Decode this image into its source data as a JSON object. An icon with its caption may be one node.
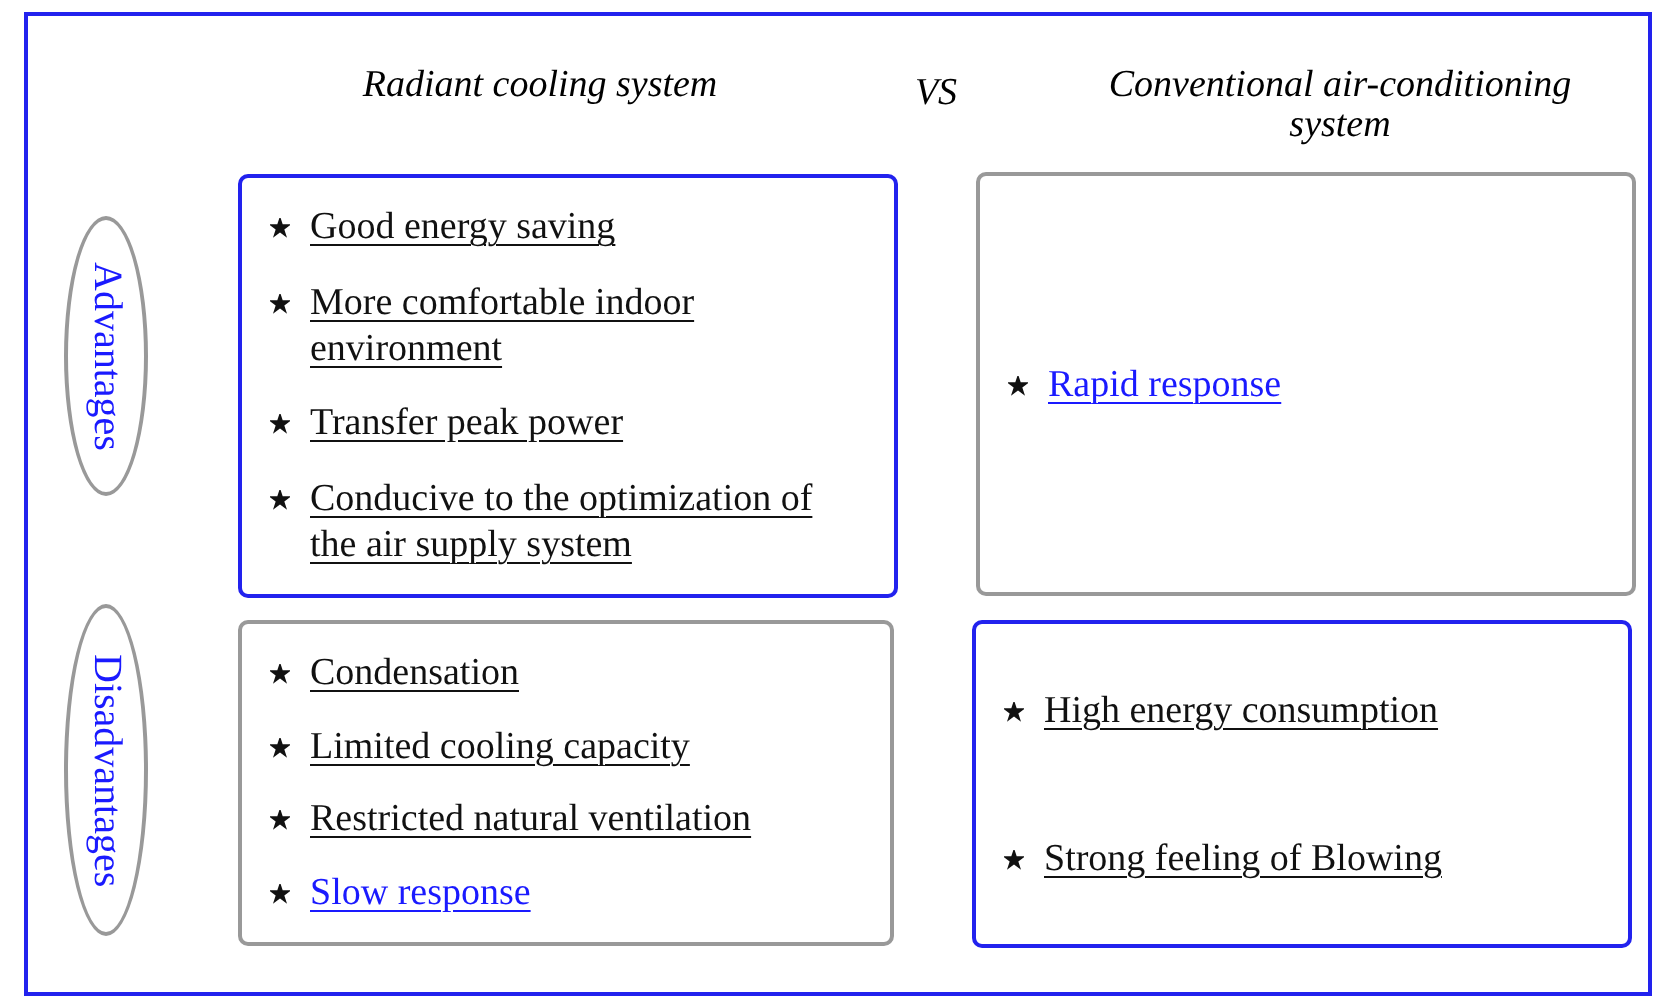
{
  "diagram": {
    "nodes": [
      {
        "text": [],
        "shape": "box"
      },
      {
        "text": [
          "Advantages"
        ],
        "in": 0
      },
      {
        "text": [
          "Good energy saving",
          "More comfortable indoor environment",
          "Transfer peak power",
          "Conducive to the optimization of the air supply system"
        ],
        "in": 0
      },
      {
        "text": [
          "Rapid response"
        ],
        "in": 0
      },
      {
        "text": [
          "Disadvantages"
        ],
        "in": 0
      },
      {
        "text": [
          "Condensation",
          "Limited cooling capacity",
          "Restricted natural ventilation",
          "Slow response"
        ],
        "in": 0
      },
      {
        "text": [
          "High energy consumption",
          "Strong feeling of Blowing"
        ],
        "in": 0
      }
    ],
    "labels": [
      "Radiant cooling system",
      "VS",
      "Conventional air-conditioning system"
    ]
  }
}
